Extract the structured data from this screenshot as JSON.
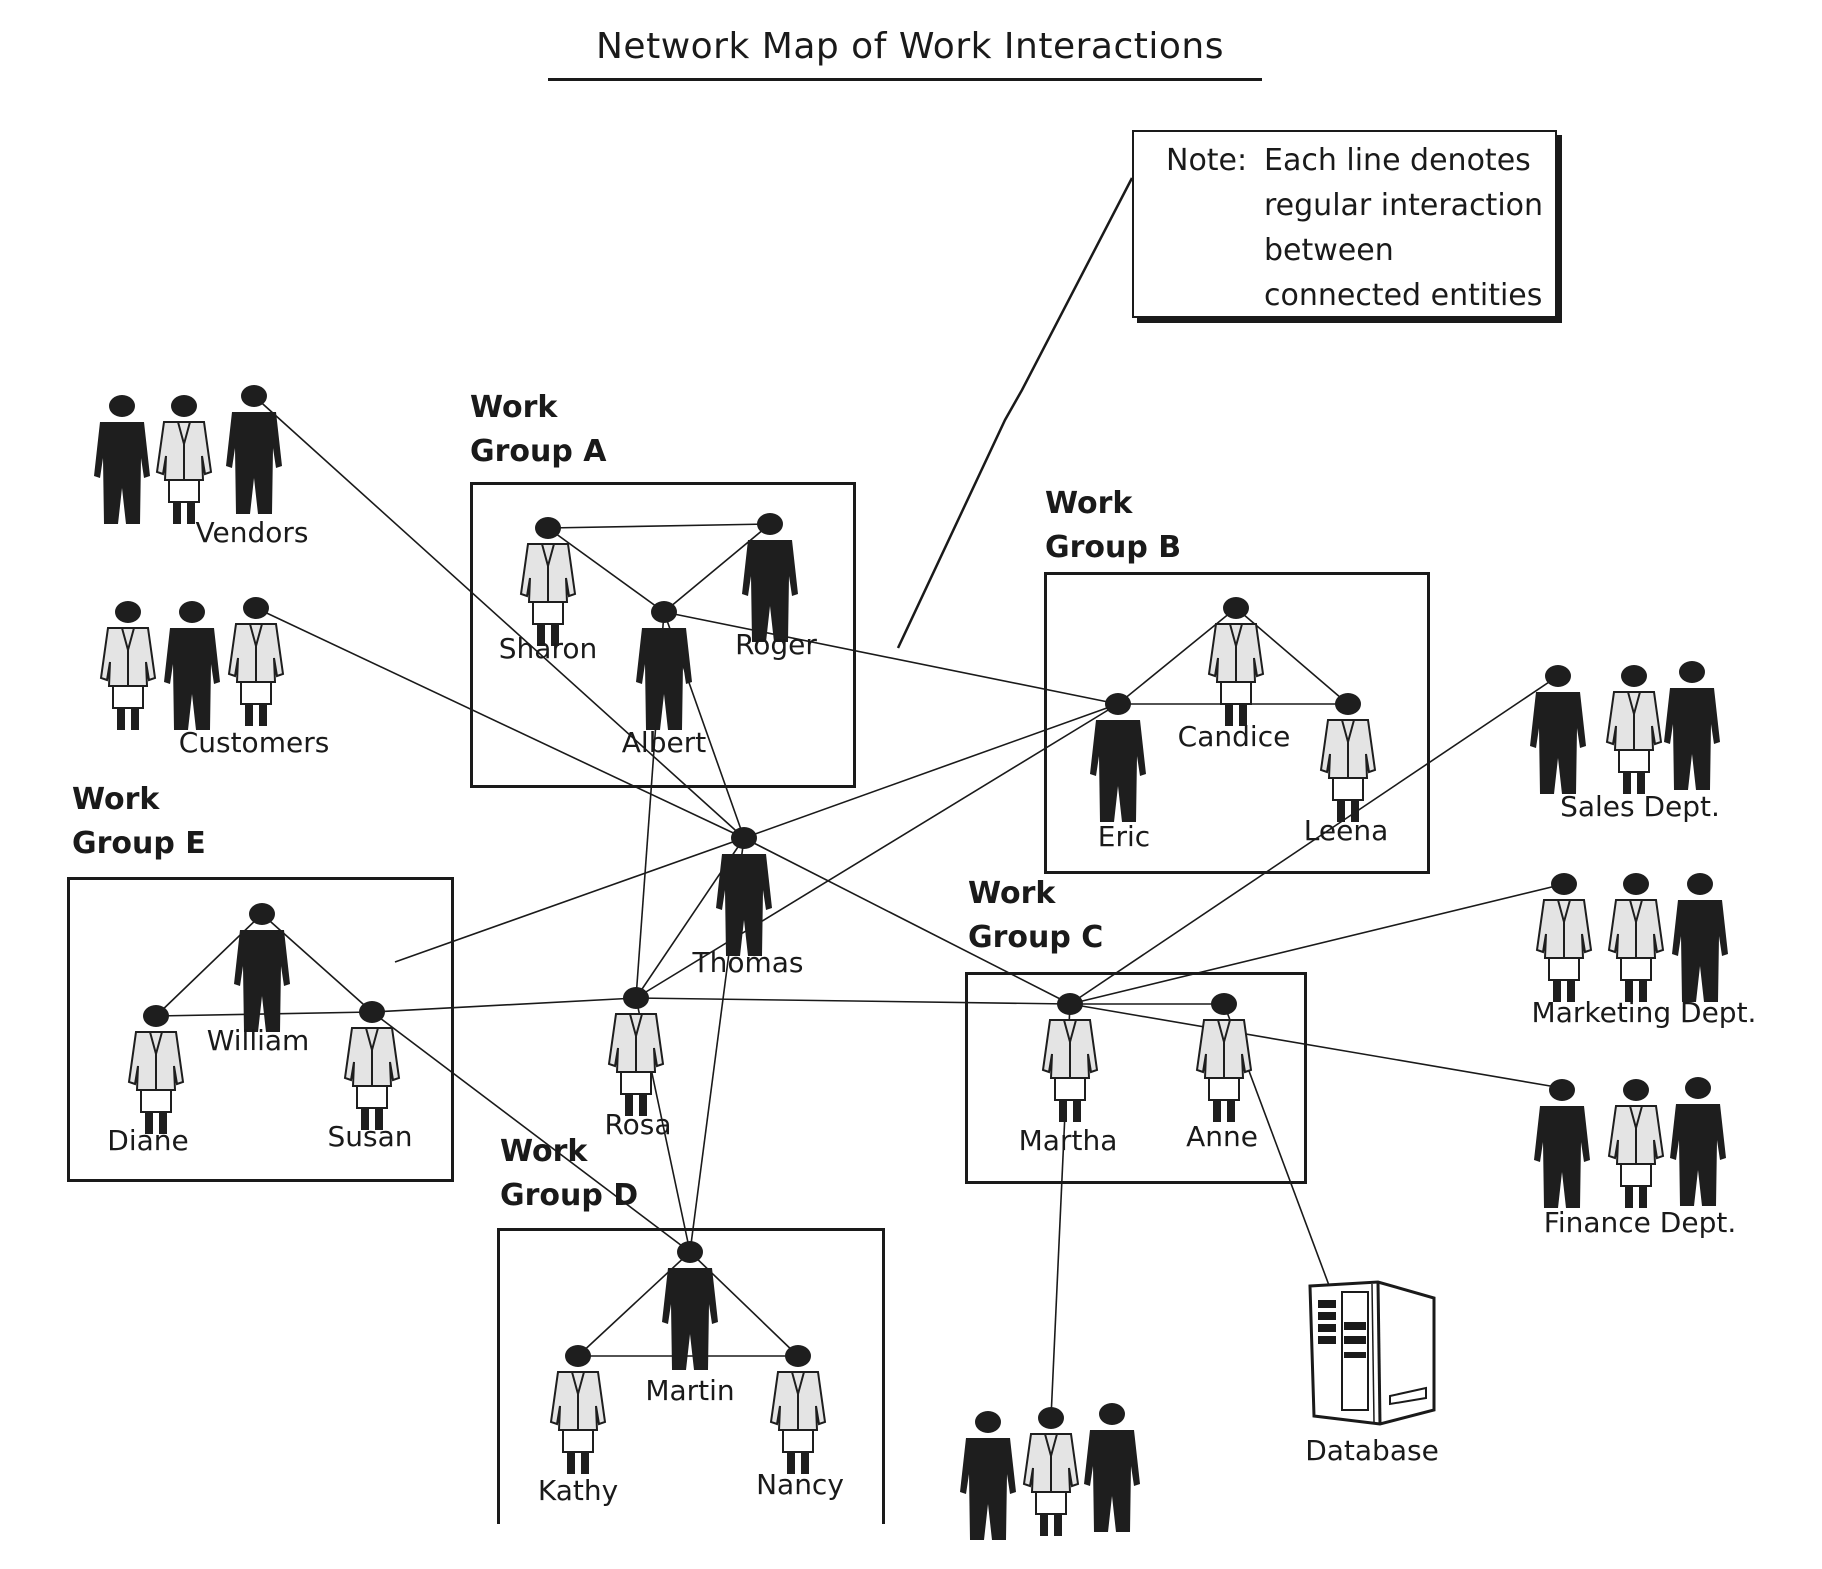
{
  "title": "Network Map of Work Interactions",
  "note": {
    "label": "Note:",
    "lines": [
      "Each line denotes",
      "regular interaction",
      "between",
      "connected entities"
    ]
  },
  "groups": [
    {
      "id": "A",
      "line1": "Work",
      "line2": "Group A"
    },
    {
      "id": "B",
      "line1": "Work",
      "line2": "Group B"
    },
    {
      "id": "C",
      "line1": "Work",
      "line2": "Group C"
    },
    {
      "id": "D",
      "line1": "Work",
      "line2": "Group D"
    },
    {
      "id": "E",
      "line1": "Work",
      "line2": "Group E"
    }
  ],
  "people": {
    "sharon": "Sharon",
    "roger": "Roger",
    "albert": "Albert",
    "candice": "Candice",
    "eric": "Eric",
    "leena": "Leena",
    "martha": "Martha",
    "anne": "Anne",
    "martin": "Martin",
    "kathy": "Kathy",
    "nancy": "Nancy",
    "william": "William",
    "diane": "Diane",
    "susan": "Susan",
    "thomas": "Thomas",
    "rosa": "Rosa"
  },
  "external_groups": {
    "vendors": "Vendors",
    "customers": "Customers",
    "sales": "Sales Dept.",
    "marketing": "Marketing Dept.",
    "finance": "Finance Dept.",
    "database": "Database",
    "unlabeled_group": ""
  },
  "connections": [
    [
      "sharon",
      "roger"
    ],
    [
      "sharon",
      "albert"
    ],
    [
      "roger",
      "albert"
    ],
    [
      "albert",
      "eric"
    ],
    [
      "albert",
      "thomas"
    ],
    [
      "albert",
      "rosa"
    ],
    [
      "candice",
      "eric"
    ],
    [
      "candice",
      "leena"
    ],
    [
      "eric",
      "leena"
    ],
    [
      "eric",
      "thomas"
    ],
    [
      "eric",
      "rosa"
    ],
    [
      "thomas",
      "vendors"
    ],
    [
      "thomas",
      "customers"
    ],
    [
      "thomas",
      "rosa"
    ],
    [
      "thomas",
      "martha"
    ],
    [
      "thomas",
      "martin"
    ],
    [
      "thomas",
      "diane_far"
    ],
    [
      "rosa",
      "susan"
    ],
    [
      "rosa",
      "martha"
    ],
    [
      "rosa",
      "martin"
    ],
    [
      "william",
      "diane"
    ],
    [
      "william",
      "susan"
    ],
    [
      "diane",
      "susan"
    ],
    [
      "susan",
      "martin"
    ],
    [
      "martin",
      "kathy"
    ],
    [
      "martin",
      "nancy"
    ],
    [
      "kathy",
      "nancy"
    ],
    [
      "martha",
      "anne"
    ],
    [
      "martha",
      "leena_line_sales"
    ],
    [
      "martha",
      "marketing"
    ],
    [
      "martha",
      "finance"
    ],
    [
      "martha",
      "unlabeled_group"
    ],
    [
      "anne",
      "database"
    ]
  ]
}
